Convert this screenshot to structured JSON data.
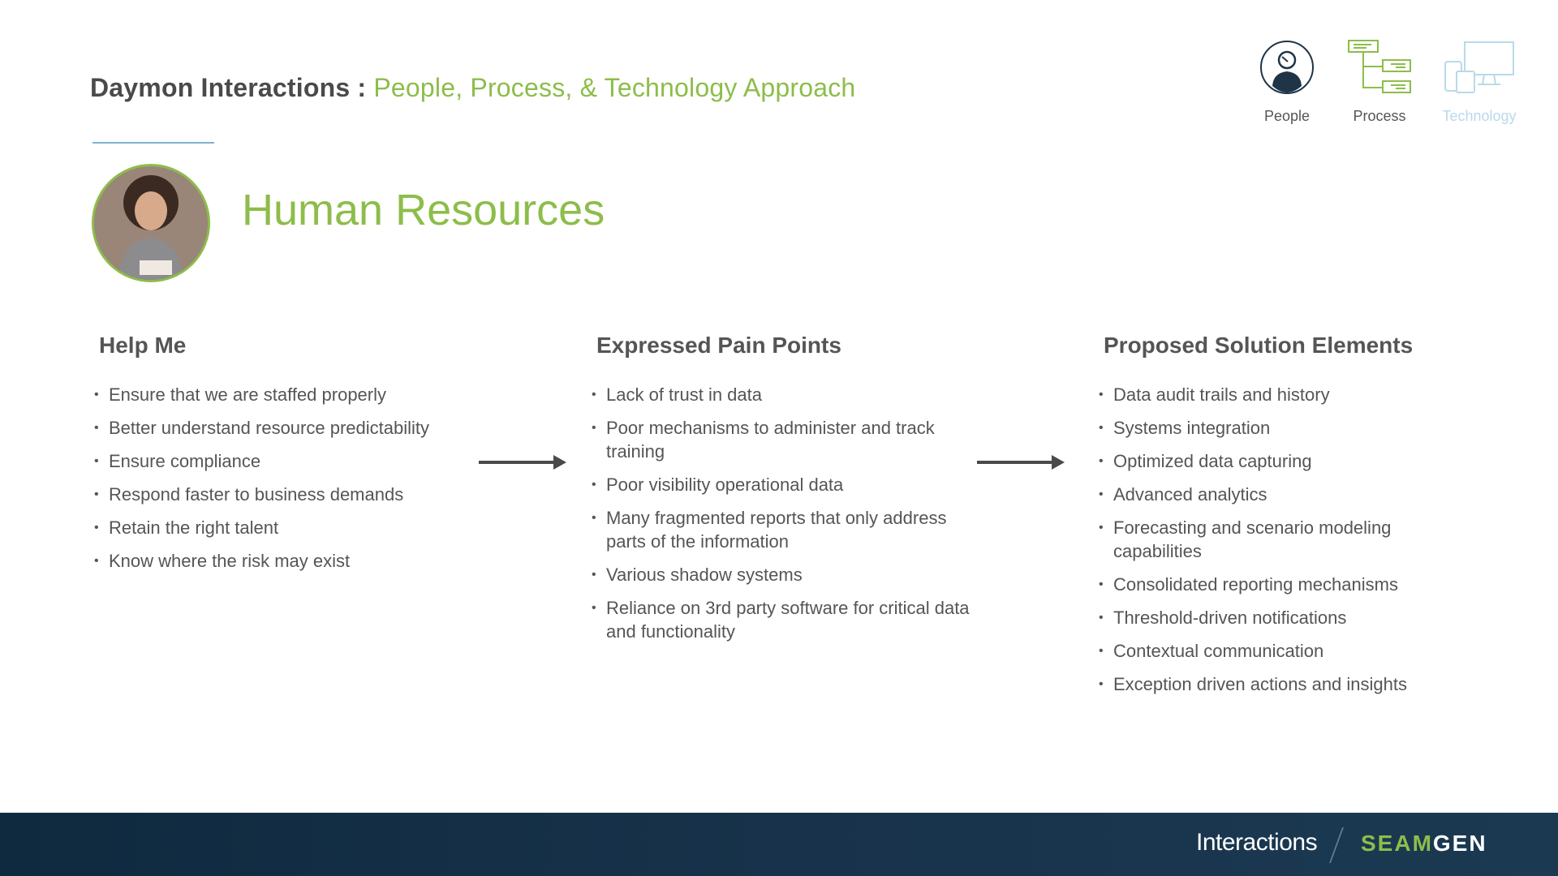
{
  "header": {
    "company": "Daymon Interactions",
    "separator": " : ",
    "subtitle": "People, Process, & Technology Approach"
  },
  "icons": {
    "people_label": "People",
    "process_label": "Process",
    "technology_label": "Technology"
  },
  "department": {
    "title": "Human Resources"
  },
  "columns": {
    "help_me": {
      "title": "Help Me",
      "items": [
        "Ensure that we are staffed properly",
        "Better understand resource predictability",
        "Ensure compliance",
        "Respond faster to business demands",
        "Retain the right talent",
        "Know where the risk may exist"
      ]
    },
    "pain_points": {
      "title": "Expressed Pain Points",
      "items": [
        "Lack of trust in data",
        "Poor mechanisms to administer and track training",
        "Poor visibility operational data",
        "Many fragmented reports that only address parts of the information",
        "Various shadow systems",
        "Reliance on 3rd party software for critical data and functionality"
      ]
    },
    "solution": {
      "title": "Proposed Solution Elements",
      "items": [
        "Data audit trails and history",
        "Systems integration",
        "Optimized data capturing",
        "Advanced analytics",
        "Forecasting and scenario modeling capabilities",
        "Consolidated reporting mechanisms",
        "Threshold-driven notifications",
        "Contextual communication",
        "Exception driven actions and insights"
      ]
    }
  },
  "footer": {
    "brand_left": "Interactions",
    "brand_right_green": "SEAM",
    "brand_right_white": "GEN"
  },
  "colors": {
    "accent_green": "#8dbd4a",
    "text_dark": "#4a4a4a",
    "footer_bg": "#17324a",
    "technology_icon": "#b9d9ea"
  }
}
